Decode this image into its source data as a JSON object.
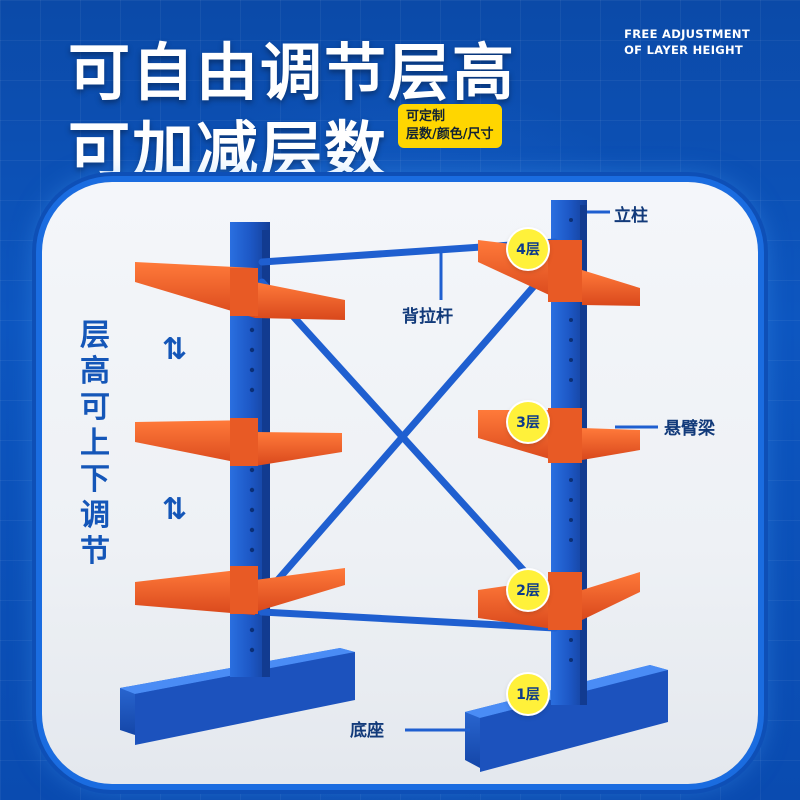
{
  "headline": {
    "line1": "可自由调节层高",
    "line2": "可加减层数"
  },
  "badge": {
    "line1": "可定制",
    "line2": "层数/颜色/尺寸"
  },
  "english_caption": {
    "line1": "FREE ADJUSTMENT",
    "line2": "OF LAYER HEIGHT"
  },
  "side_text": {
    "chars": [
      "层",
      "高",
      "可",
      "上",
      "下",
      "调",
      "节"
    ]
  },
  "arrow_symbol": "⇅",
  "labels": {
    "upright": "立柱",
    "brace": "背拉杆",
    "arm": "悬臂梁",
    "base": "底座"
  },
  "levels": [
    "1层",
    "2层",
    "3层",
    "4层"
  ],
  "colors": {
    "background": "#0a4fb3",
    "steel_blue": "#1f5fd0",
    "arm_orange": "#f0642a",
    "badge_yellow": "#ffd600",
    "level_yellow": "#fff13a"
  }
}
